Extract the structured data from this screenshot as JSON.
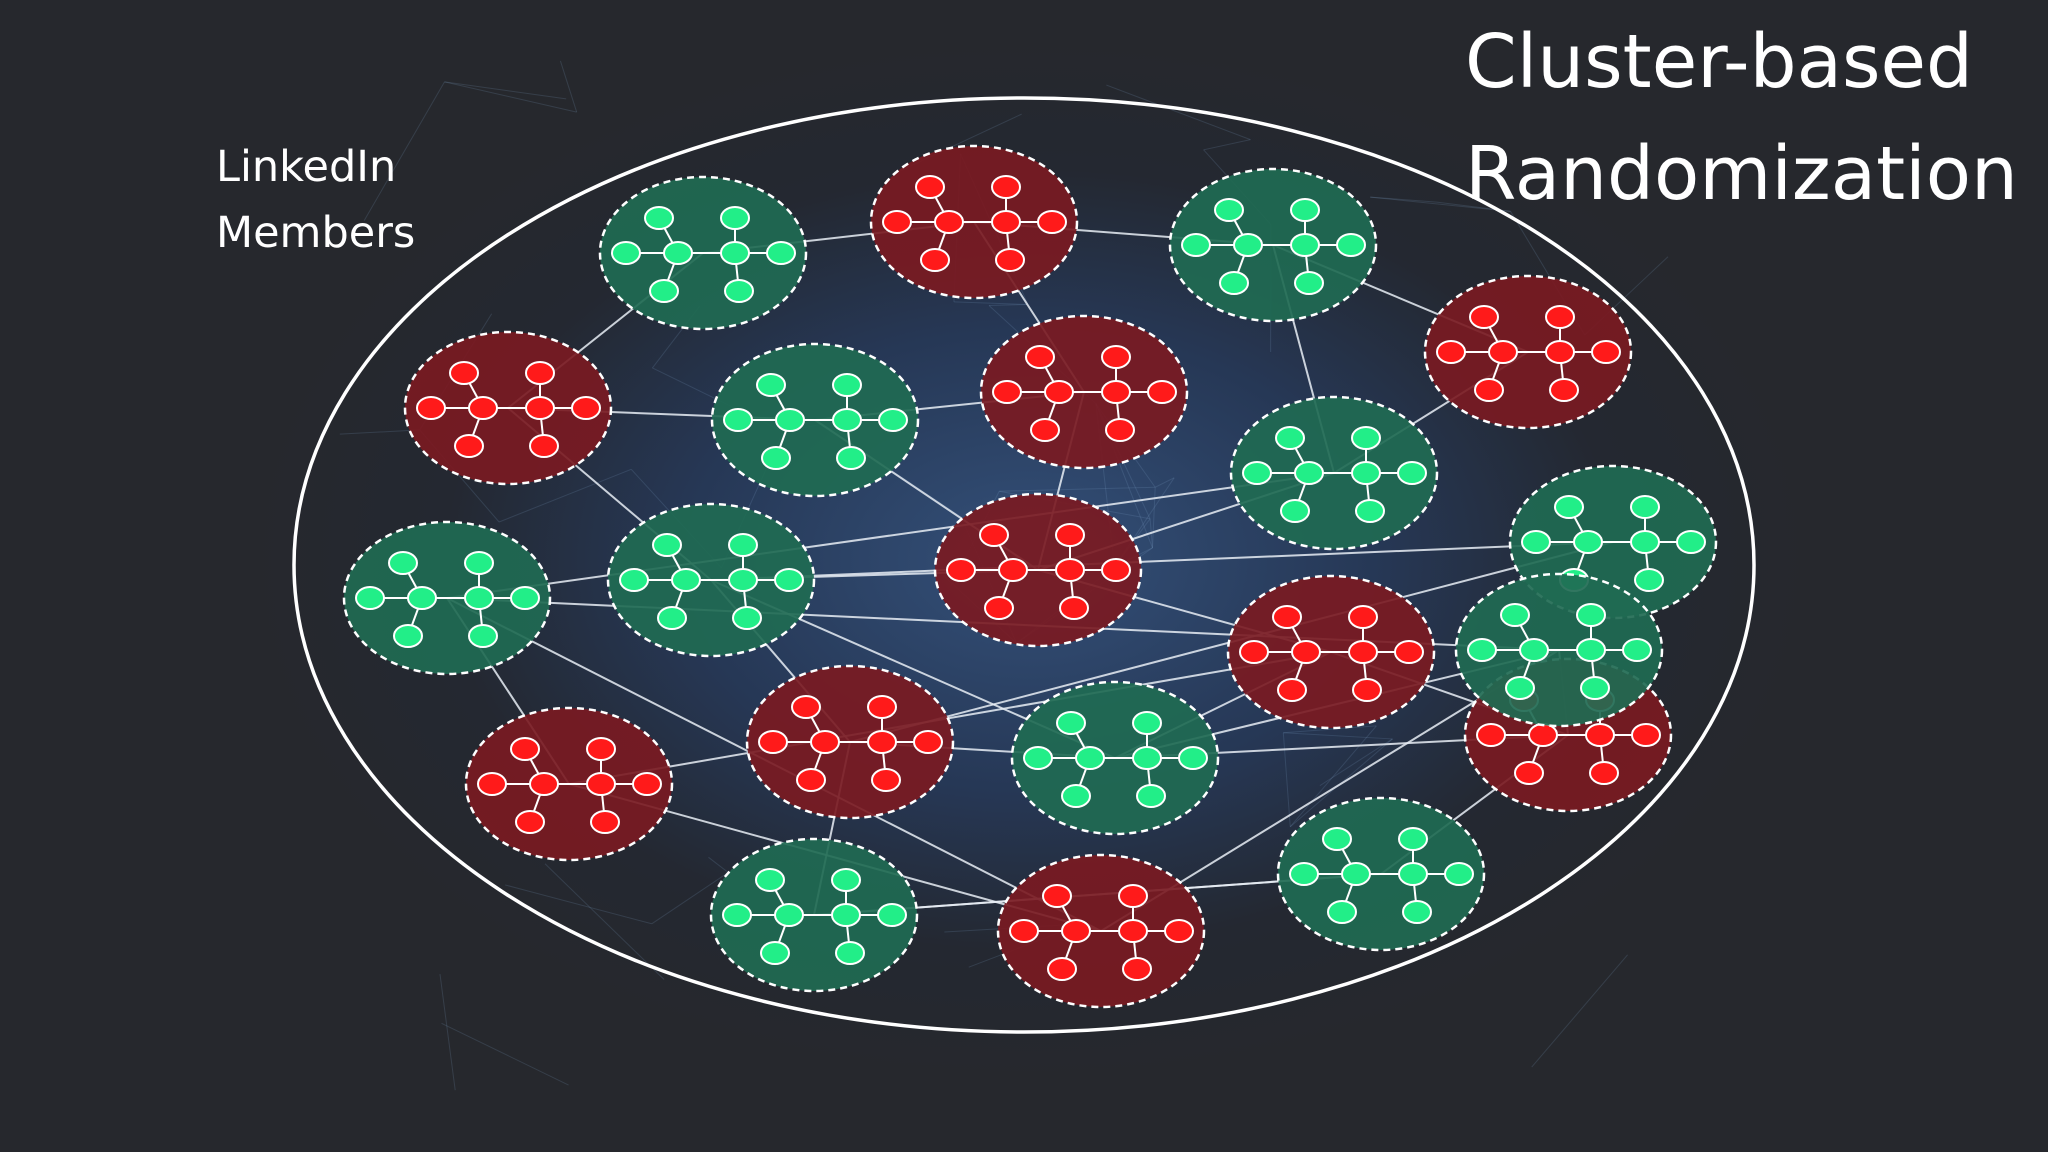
{
  "slide": {
    "title_line1": "Cluster-based",
    "title_line2": "Randomization",
    "population_label_line1": "LinkedIn",
    "population_label_line2": "Members"
  },
  "colors": {
    "treatment_node": "#ff1a1a",
    "treatment_cluster": "#7a1a22",
    "control_node": "#22ee88",
    "control_cluster": "#1f6a52",
    "edge": "#e8eef5",
    "background": "#26282d"
  },
  "clusters": [
    {
      "id": "c1",
      "group": "control"
    },
    {
      "id": "c2",
      "group": "treatment"
    },
    {
      "id": "c3",
      "group": "control"
    },
    {
      "id": "c4",
      "group": "treatment"
    },
    {
      "id": "c5",
      "group": "control"
    },
    {
      "id": "c6",
      "group": "treatment"
    },
    {
      "id": "c7",
      "group": "treatment"
    },
    {
      "id": "c8",
      "group": "control"
    },
    {
      "id": "c9",
      "group": "control"
    },
    {
      "id": "c10",
      "group": "control"
    },
    {
      "id": "c11",
      "group": "treatment"
    },
    {
      "id": "c12",
      "group": "control"
    },
    {
      "id": "c13",
      "group": "treatment"
    },
    {
      "id": "c14",
      "group": "treatment"
    },
    {
      "id": "c15",
      "group": "control"
    },
    {
      "id": "c16",
      "group": "treatment"
    },
    {
      "id": "c17",
      "group": "treatment"
    },
    {
      "id": "c18",
      "group": "control"
    },
    {
      "id": "c19",
      "group": "control"
    },
    {
      "id": "c20",
      "group": "treatment"
    },
    {
      "id": "c21",
      "group": "control"
    }
  ],
  "inter_cluster_links": [
    [
      "c1",
      "c2"
    ],
    [
      "c2",
      "c3"
    ],
    [
      "c3",
      "c4"
    ],
    [
      "c1",
      "c6"
    ],
    [
      "c2",
      "c7"
    ],
    [
      "c6",
      "c5"
    ],
    [
      "c5",
      "c7"
    ],
    [
      "c3",
      "c8"
    ],
    [
      "c6",
      "c10"
    ],
    [
      "c10",
      "c9"
    ],
    [
      "c5",
      "c11"
    ],
    [
      "c10",
      "c11"
    ],
    [
      "c7",
      "c11"
    ],
    [
      "c8",
      "c11"
    ],
    [
      "c8",
      "c12"
    ],
    [
      "c8",
      "c4"
    ],
    [
      "c12",
      "c17"
    ],
    [
      "c11",
      "c13"
    ],
    [
      "c9",
      "c14"
    ],
    [
      "c10",
      "c14"
    ],
    [
      "c14",
      "c15"
    ],
    [
      "c15",
      "c13"
    ],
    [
      "c13",
      "c16"
    ],
    [
      "c15",
      "c16"
    ],
    [
      "c17",
      "c13"
    ],
    [
      "c14",
      "c19"
    ],
    [
      "c19",
      "c18"
    ],
    [
      "c18",
      "c16"
    ],
    [
      "c16",
      "c21"
    ],
    [
      "c21",
      "c12"
    ],
    [
      "c15",
      "c21"
    ],
    [
      "c20",
      "c12"
    ],
    [
      "c21",
      "c20"
    ],
    [
      "c17",
      "c20"
    ],
    [
      "c19",
      "c18"
    ],
    [
      "c10",
      "c15"
    ]
  ]
}
